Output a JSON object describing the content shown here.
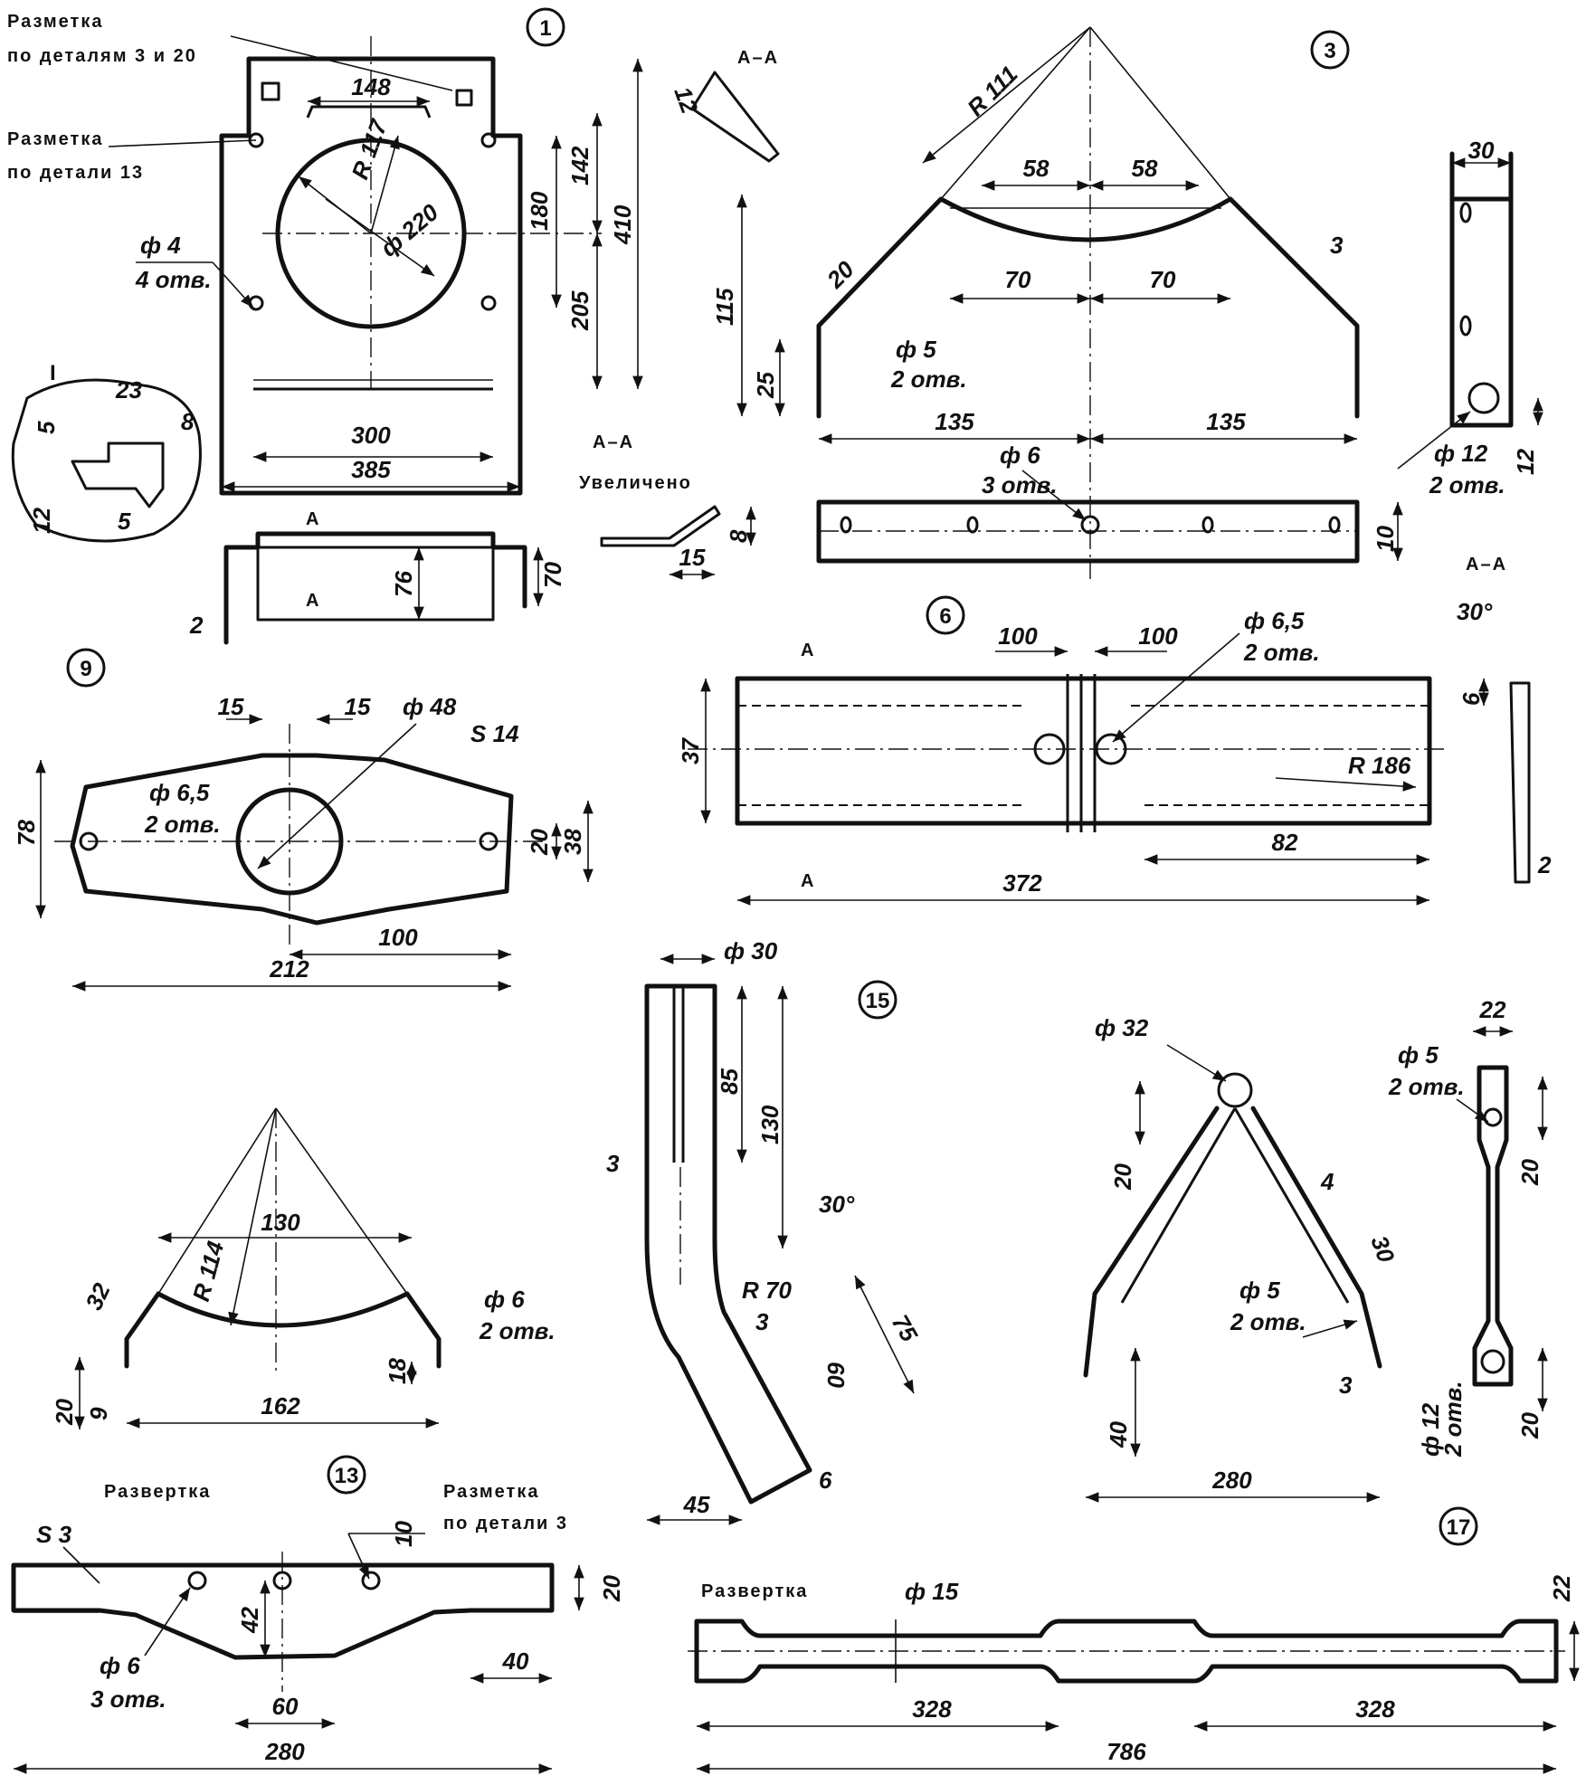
{
  "part_numbers": [
    "1",
    "3",
    "6",
    "9",
    "13",
    "15",
    "17"
  ],
  "notes": {
    "marking_parts_3_20": [
      "Разметка",
      "по деталям 3 и 20"
    ],
    "marking_part_13": [
      "Разметка",
      "по детали 13"
    ],
    "marking_part_3": [
      "Разметка",
      "по детали 3"
    ],
    "section_aa": "А–А",
    "enlarged": "Увеличено",
    "development": "Развертка",
    "detail_I": "I",
    "section_A": "А"
  },
  "part1": {
    "dims": [
      "148",
      "R 117",
      "ф 220",
      "142",
      "180",
      "205",
      "410",
      "ф 4",
      "4 отв.",
      "300",
      "385",
      "76",
      "70",
      "2"
    ],
    "detail_dims": [
      "23",
      "5",
      "8",
      "12",
      "5"
    ]
  },
  "part3": {
    "dims": [
      "R 111",
      "58",
      "58",
      "70",
      "70",
      "3",
      "115",
      "20",
      "25",
      "ф 5",
      "2 отв.",
      "135",
      "135",
      "ф 6",
      "3 отв.",
      "10",
      "15",
      "12",
      "8"
    ],
    "side_dims": [
      "30",
      "ф 12",
      "2 отв.",
      "12"
    ]
  },
  "part6": {
    "dims": [
      "100",
      "100",
      "ф 6,5",
      "2 отв.",
      "37",
      "R 186",
      "82",
      "372",
      "30°",
      "6",
      "2"
    ]
  },
  "part9": {
    "dims": [
      "15",
      "15",
      "ф 48",
      "S 14",
      "ф 6,5",
      "2 отв.",
      "78",
      "20",
      "38",
      "100",
      "212"
    ]
  },
  "part_arc": {
    "dims": [
      "130",
      "R 114",
      "32",
      "ф 6",
      "2 отв.",
      "18",
      "162",
      "20",
      "9"
    ]
  },
  "part15": {
    "dims": [
      "ф 30",
      "85",
      "130",
      "3",
      "30°",
      "R 70",
      "3",
      "75",
      "60",
      "45",
      "6"
    ]
  },
  "part17": {
    "dims": [
      "ф 32",
      "20",
      "4",
      "30",
      "ф 5",
      "2 отв.",
      "3",
      "40",
      "280"
    ],
    "side_dims": [
      "22",
      "ф 5",
      "2 отв.",
      "20",
      "ф 12",
      "2 отв.",
      "20"
    ],
    "development_dims": [
      "ф 15",
      "22",
      "328",
      "328",
      "786"
    ]
  },
  "part13": {
    "dims": [
      "S 3",
      "10",
      "20",
      "42",
      "ф 6",
      "3 отв.",
      "40",
      "60",
      "280"
    ]
  }
}
